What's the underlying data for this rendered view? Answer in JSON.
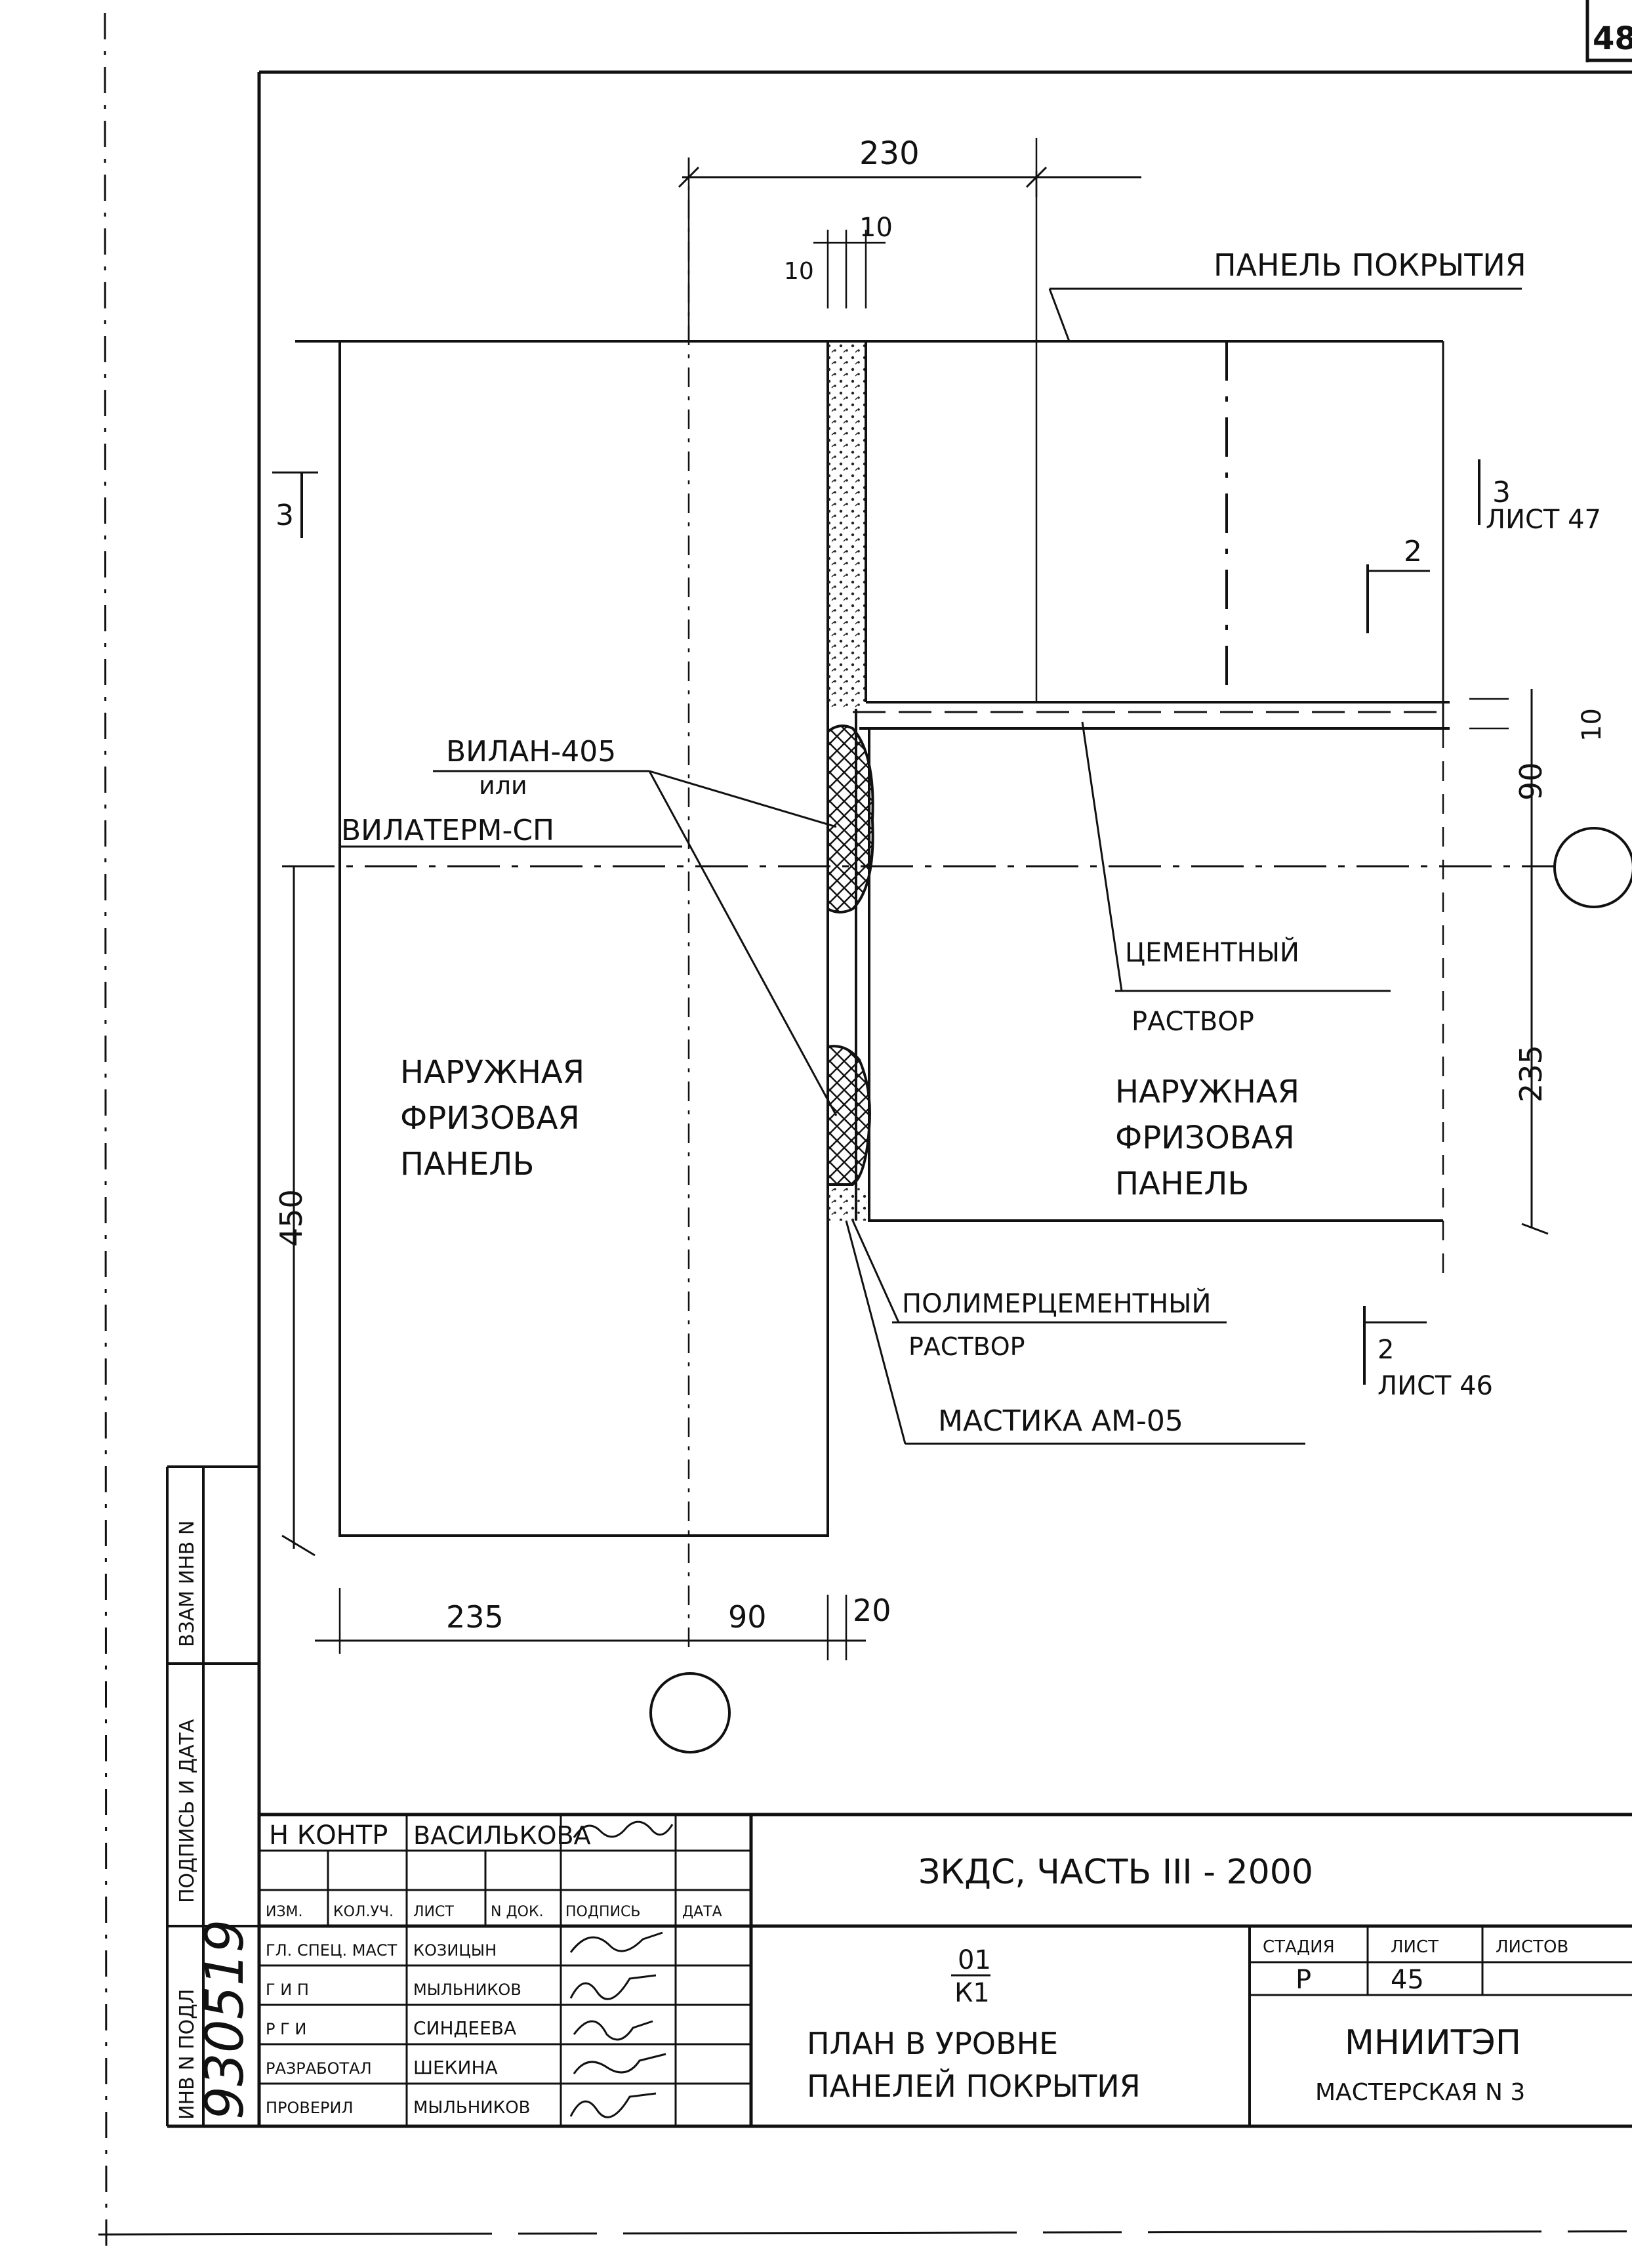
{
  "sheet_corner_number": "48",
  "dimensions": {
    "top_width": "230",
    "top_small": "10",
    "top_small_left": "10",
    "right_10": "10",
    "right_90": "90",
    "right_235": "235",
    "left_450": "450",
    "bottom_235": "235",
    "bottom_90": "90",
    "bottom_20": "20"
  },
  "section_marks": {
    "left_3": "3",
    "right_3": "3",
    "right_3_sheet": "ЛИСТ 47",
    "mark_2_top": "2",
    "mark_2_bottom": "2",
    "mark_2_bottom_sheet": "ЛИСТ 46"
  },
  "callouts": {
    "roof_panel": "ПАНЕЛЬ ПОКРЫТИЯ",
    "vilan": "ВИЛАН-405",
    "vilan_or": "или",
    "vilaterm": "ВИЛАТЕРМ-СП",
    "cement_1": "ЦЕМЕНТНЫЙ",
    "cement_2": "РАСТВОР",
    "polymer_1": "ПОЛИМЕРЦЕМЕНТНЫЙ",
    "polymer_2": "РАСТВОР",
    "mastic": "МАСТИКА АМ-05"
  },
  "panel_left": [
    "НАРУЖНАЯ",
    "ФРИЗОВАЯ",
    "ПАНЕЛЬ"
  ],
  "panel_right": [
    "НАРУЖНАЯ",
    "ФРИЗОВАЯ",
    "ПАНЕЛЬ"
  ],
  "side_stamps": {
    "inv_podl": "ИНВ N ПОДЛ",
    "podl_data": "ПОДПИСЬ И ДАТА",
    "vzam_inv": "ВЗАМ ИНВ N",
    "inv_number": "930519"
  },
  "title_block": {
    "project_code": "ЗКДС, ЧАСТЬ III - 2000",
    "sheet_code_top": "01",
    "sheet_code_bottom": "К1",
    "drawing_title_1": "ПЛАН В УРОВНЕ",
    "drawing_title_2": "ПАНЕЛЕЙ ПОКРЫТИЯ",
    "organization": "МНИИТЭП",
    "workshop": "МАСТЕРСКАЯ N 3",
    "col_stage": "СТАДИЯ",
    "col_sheet": "ЛИСТ",
    "col_sheets": "ЛИСТОВ",
    "stage": "Р",
    "sheet": "45",
    "sheets": "",
    "header_row": [
      "ИЗМ.",
      "КОЛ.УЧ.",
      "ЛИСТ",
      "N ДОК.",
      "ПОДПИСЬ",
      "ДАТА"
    ],
    "norm_control_role": "Н КОНТР",
    "norm_control_name": "ВАСИЛЬКОВА",
    "signers": [
      {
        "role": "ГЛ. СПЕЦ. МАСТ",
        "name": "КОЗИЦЫН"
      },
      {
        "role": "Г И П",
        "name": "МЫЛЬНИКОВ"
      },
      {
        "role": "Р Г И",
        "name": "СИНДЕЕВА"
      },
      {
        "role": "РАЗРАБОТАЛ",
        "name": "ШЕКИНА"
      },
      {
        "role": "ПРОВЕРИЛ",
        "name": "МЫЛЬНИКОВ"
      }
    ]
  }
}
